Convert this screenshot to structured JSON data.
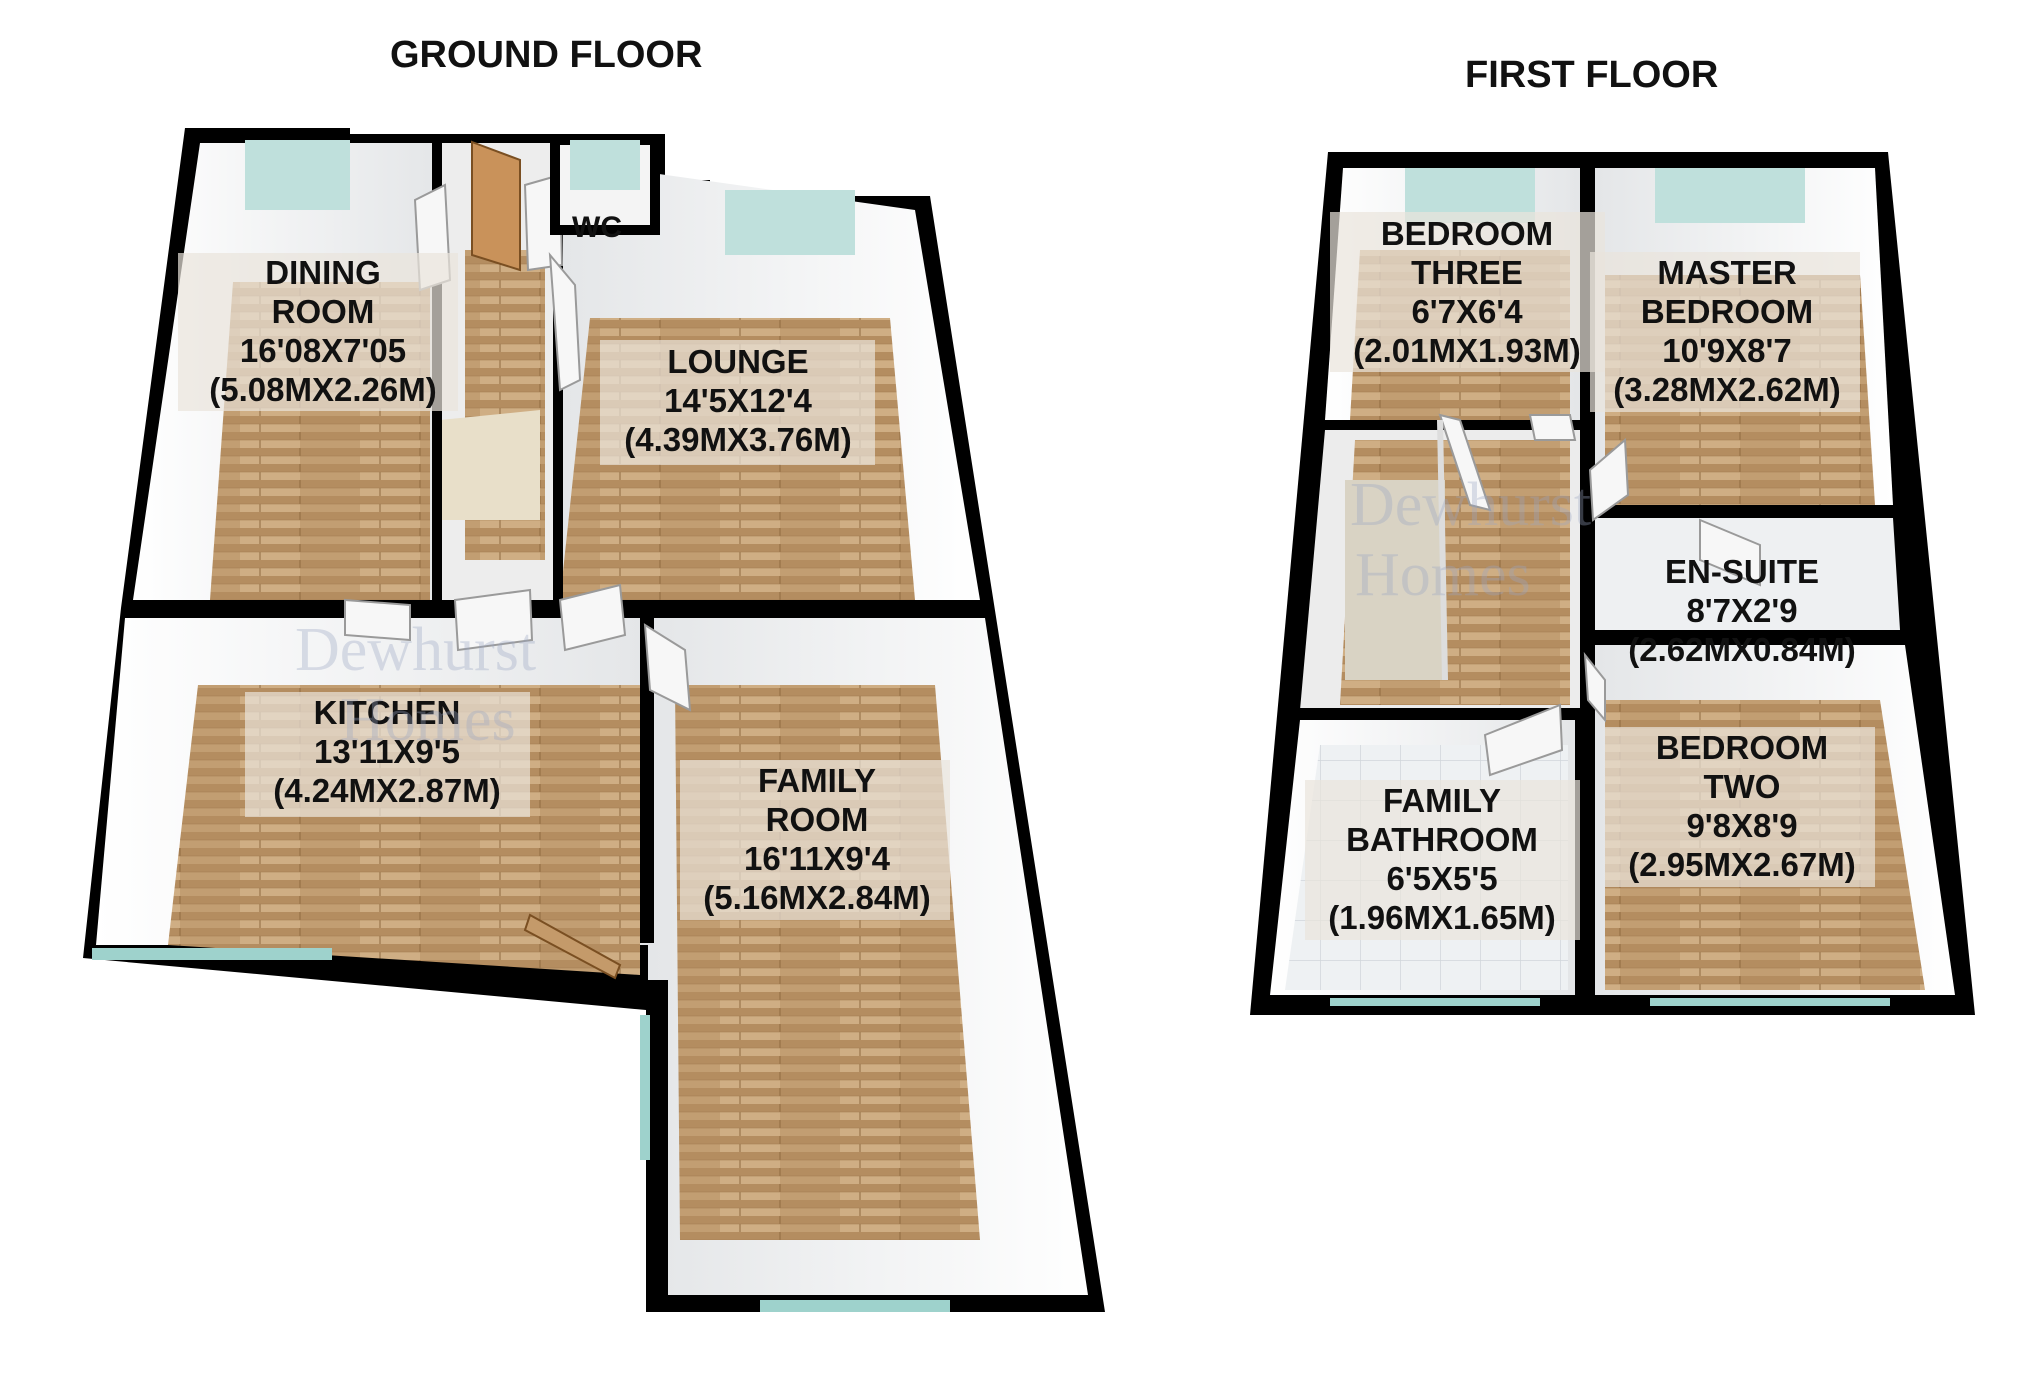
{
  "ground_floor": {
    "title": "GROUND FLOOR",
    "rooms": {
      "dining": {
        "name_line1": "DINING",
        "name_line2": "ROOM",
        "imperial": "16'08X7'05",
        "metric": "(5.08MX2.26M)"
      },
      "wc": {
        "name": "WC"
      },
      "lounge": {
        "name": "LOUNGE",
        "imperial": "14'5X12'4",
        "metric": "(4.39MX3.76M)"
      },
      "kitchen": {
        "name": "KITCHEN",
        "imperial": "13'11X9'5",
        "metric": "(4.24MX2.87M)"
      },
      "family_room": {
        "name_line1": "FAMILY",
        "name_line2": "ROOM",
        "imperial": "16'11X9'4",
        "metric": "(5.16MX2.84M)"
      }
    }
  },
  "first_floor": {
    "title": "FIRST FLOOR",
    "rooms": {
      "bedroom_three": {
        "name_line1": "BEDROOM",
        "name_line2": "THREE",
        "imperial": "6'7X6'4",
        "metric": "(2.01MX1.93M)"
      },
      "master_bedroom": {
        "name_line1": "MASTER",
        "name_line2": "BEDROOM",
        "imperial": "10'9X8'7",
        "metric": "(3.28MX2.62M)"
      },
      "en_suite": {
        "name": "EN-SUITE",
        "imperial": "8'7X2'9",
        "metric": "(2.62MX0.84M)"
      },
      "family_bathroom": {
        "name_line1": "FAMILY",
        "name_line2": "BATHROOM",
        "imperial": "6'5X5'5",
        "metric": "(1.96MX1.65M)"
      },
      "bedroom_two": {
        "name_line1": "BEDROOM",
        "name_line2": "TWO",
        "imperial": "9'8X8'9",
        "metric": "(2.95MX2.67M)"
      }
    }
  },
  "watermark": {
    "line1": "Dewhurst",
    "line2": "Homes"
  },
  "colors": {
    "wall": "#000000",
    "floor_wood": "#b9966a",
    "floor_tile": "#e8ecef",
    "inner_wall": "#f2f2f2",
    "window": "#b9dcd6"
  }
}
